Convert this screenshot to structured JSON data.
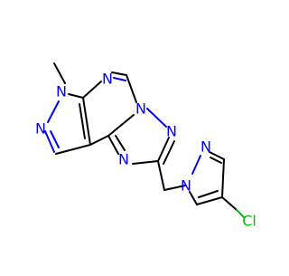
{
  "molecule": {
    "atom_labels": {
      "n1": "N",
      "n2": "N",
      "n3": "N",
      "n4": "N",
      "n5": "N",
      "n6": "N",
      "n7": "N",
      "n8": "N",
      "cl": "Cl"
    },
    "colors": {
      "nitrogen": "#0000ff",
      "chlorine": "#00bf00",
      "carbon_bond": "#000000",
      "background": "#ffffff"
    }
  }
}
